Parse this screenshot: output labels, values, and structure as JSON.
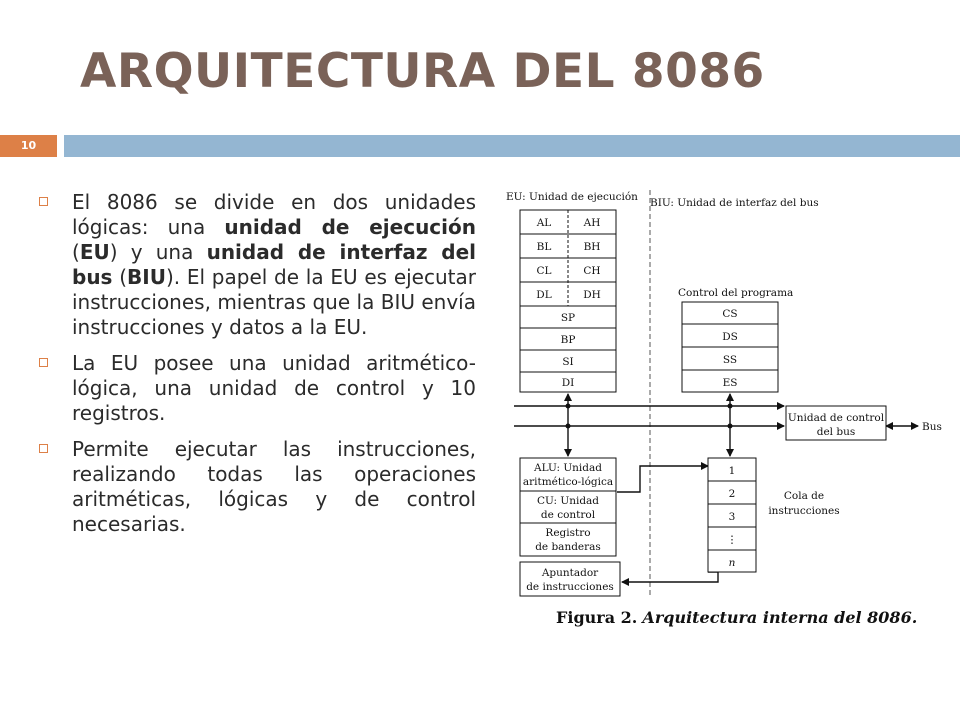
{
  "slide": {
    "title": "ARQUITECTURA DEL 8086",
    "page_number": "10"
  },
  "bullets": [
    {
      "segments": [
        {
          "t": "El 8086 se divide en dos unidades lógicas: una ",
          "b": false
        },
        {
          "t": "unidad de ejecución",
          "b": true
        },
        {
          "t": " (",
          "b": false
        },
        {
          "t": "EU",
          "b": true
        },
        {
          "t": ") y una ",
          "b": false
        },
        {
          "t": "unidad de interfaz del bus",
          "b": true
        },
        {
          "t": " (",
          "b": false
        },
        {
          "t": "BIU",
          "b": true
        },
        {
          "t": "). El papel de la EU es ejecutar instrucciones, mientras que la BIU envía instrucciones y datos a la EU.",
          "b": false
        }
      ]
    },
    {
      "segments": [
        {
          "t": "La EU posee una unidad aritmético-lógica, una unidad de control y 10 registros.",
          "b": false
        }
      ]
    },
    {
      "segments": [
        {
          "t": "Permite ejecutar las instrucciones, realizando todas las operaciones aritméticas, lógicas y de control necesarias.",
          "b": false
        }
      ]
    }
  ],
  "figure": {
    "eu_label": "EU: Unidad de ejecución",
    "biu_label": "BIU: Unidad de interfaz del bus",
    "registers_pair": [
      [
        "AL",
        "AH"
      ],
      [
        "BL",
        "BH"
      ],
      [
        "CL",
        "CH"
      ],
      [
        "DL",
        "DH"
      ]
    ],
    "registers_single": [
      "SP",
      "BP",
      "SI",
      "DI"
    ],
    "control_label": "Control del programa",
    "segment_registers": [
      "CS",
      "DS",
      "SS",
      "ES"
    ],
    "bus_control": [
      "Unidad de control",
      "del bus"
    ],
    "bus_label": "Bus",
    "alu": [
      "ALU: Unidad",
      "aritmético-lógica"
    ],
    "cu": [
      "CU: Unidad",
      "de control"
    ],
    "flags": [
      "Registro",
      "de banderas"
    ],
    "pointer": [
      "Apuntador",
      "de instrucciones"
    ],
    "queue_items": [
      "1",
      "2",
      "3",
      "⋮",
      "n"
    ],
    "queue_label": [
      "Cola de",
      "instrucciones"
    ],
    "caption_bold": "Figura 2.",
    "caption_italic": "Arquitectura interna del 8086."
  }
}
